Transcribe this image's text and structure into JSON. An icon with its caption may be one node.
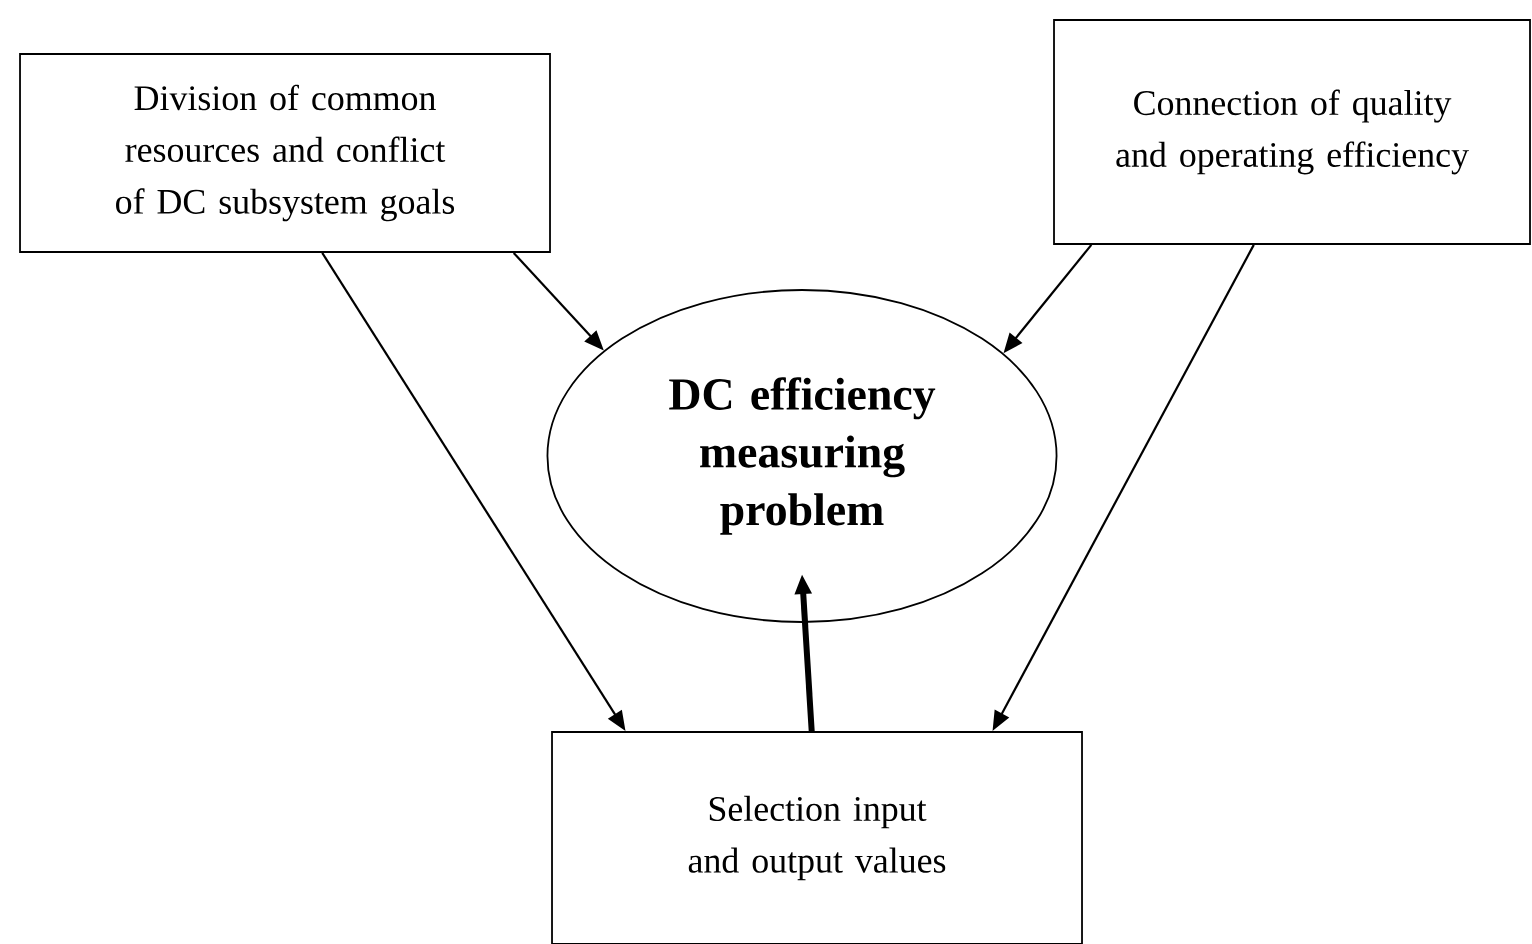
{
  "diagram": {
    "nodes": [
      {
        "text": [
          "Division of common resources and conflict of DC subsystem goals"
        ]
      },
      {
        "text": [
          "Connection of quality and operating efficiency"
        ]
      },
      {
        "text": [
          "DC efficiency measuring problem"
        ]
      },
      {
        "text": [
          "Selection input and output values"
        ]
      }
    ],
    "edges": [
      {
        "from": 0,
        "to": 2,
        "arrow": "to"
      },
      {
        "from": 0,
        "to": 3,
        "arrow": "to"
      },
      {
        "from": 1,
        "to": 2,
        "arrow": "to"
      },
      {
        "from": 1,
        "to": 3,
        "arrow": "to"
      },
      {
        "from": 3,
        "to": 2,
        "arrow": "to",
        "style": "thick"
      }
    ]
  }
}
